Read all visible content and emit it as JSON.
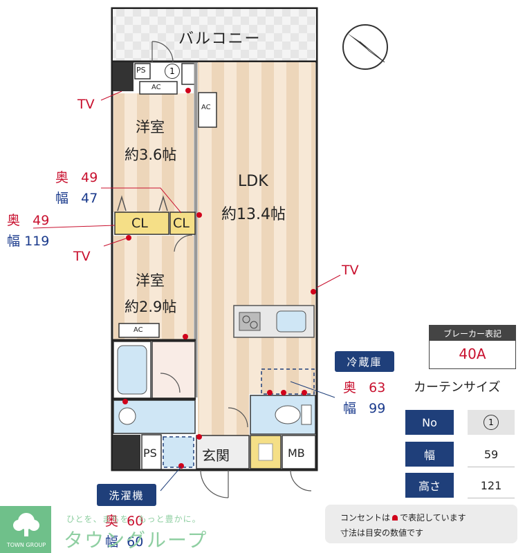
{
  "rooms": {
    "balcony": "バルコニー",
    "ps_top": "PS",
    "breaker_marker": "1",
    "ac": "AC",
    "western1_name": "洋室",
    "western1_size": "約3.6帖",
    "ldk_name": "LDK",
    "ldk_size": "約13.4帖",
    "cl": "CL",
    "western2_name": "洋室",
    "western2_size": "約2.9帖",
    "ps_bottom": "PS",
    "genkan": "玄関",
    "mb": "MB"
  },
  "callouts": {
    "tv": "TV",
    "cl_small_depth_label": "奥",
    "cl_small_depth": "49",
    "cl_small_width_label": "幅",
    "cl_small_width": "47",
    "cl_big_depth_label": "奥",
    "cl_big_depth": "49",
    "cl_big_width_label": "幅",
    "cl_big_width": "119",
    "fridge_title": "冷蔵庫",
    "fridge_depth_label": "奥",
    "fridge_depth": "63",
    "fridge_width_label": "幅",
    "fridge_width": "99",
    "washer_title": "洗濯機",
    "washer_depth_label": "奥",
    "washer_depth": "60",
    "washer_width_label": "幅",
    "washer_width": "60"
  },
  "breaker": {
    "title": "ブレーカー表記",
    "value": "40A"
  },
  "curtain": {
    "title": "カーテンサイズ",
    "rows": [
      {
        "label": "No",
        "value": "1"
      },
      {
        "label": "幅",
        "value": "59"
      },
      {
        "label": "高さ",
        "value": "121"
      }
    ]
  },
  "notes": {
    "line1_a": "コンセントは",
    "line1_b": "で表記しています",
    "line2": "寸法は目安の数値です"
  },
  "brand": {
    "logo_text": "TOWN GROUP",
    "tagline": "ひとを、まちを、もっと豊かに。",
    "name": "タウングループ"
  },
  "colors": {
    "navy": "#1f3f7a",
    "red": "#c8102e",
    "blue": "#1a3a8c",
    "outlet": "#d0021b",
    "floor_light": "#f6e6d2",
    "floor_dark": "#ecd3b6",
    "cl_yellow": "#f5df87",
    "bath_blue": "#cfe6f5",
    "brand_green": "#6fc08a"
  }
}
